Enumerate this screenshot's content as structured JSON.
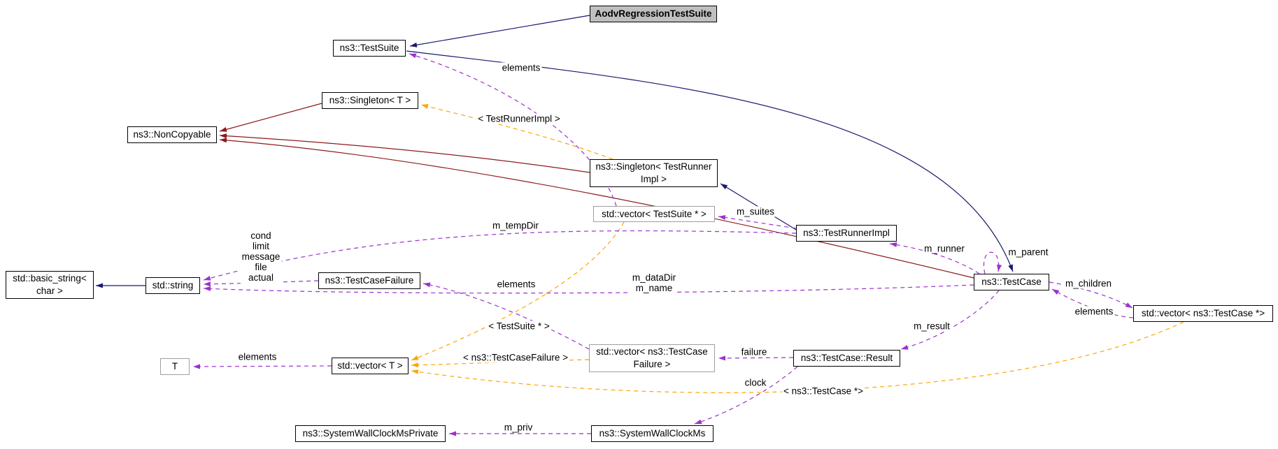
{
  "diagram": {
    "type": "doxygen-collaboration-diagram",
    "focus_class": "AodvRegressionTestSuite"
  },
  "colors": {
    "inheritance_public": "#191970",
    "inheritance_private": "#8b1a1a",
    "usage": "#9a32cd",
    "template_instance": "#ffa500",
    "selected_node_fill": "#bfbfbf",
    "undocumented_border": "#9f9f9f",
    "node_border": "#000000",
    "background": "#ffffff"
  },
  "nodes": {
    "aodv": {
      "label": "AodvRegressionTestSuite"
    },
    "testsuite": {
      "label": "ns3::TestSuite"
    },
    "singleton_t": {
      "label": "ns3::Singleton< T >"
    },
    "noncopyable": {
      "label": "ns3::NonCopyable"
    },
    "singleton_tri": {
      "label": "ns3::Singleton< TestRunner\nImpl >"
    },
    "vector_testsuite": {
      "label": "std::vector< TestSuite * >"
    },
    "testrunnerimpl": {
      "label": "ns3::TestRunnerImpl"
    },
    "basic_string": {
      "label": "std::basic_string<\nchar >"
    },
    "string": {
      "label": "std::string"
    },
    "testcasefailure": {
      "label": "ns3::TestCaseFailure"
    },
    "testcase": {
      "label": "ns3::TestCase"
    },
    "vector_testcase": {
      "label": "std::vector< ns3::TestCase *>"
    },
    "t": {
      "label": "T"
    },
    "vector_t": {
      "label": "std::vector< T >"
    },
    "vector_failure": {
      "label": "std::vector< ns3::TestCase\nFailure >"
    },
    "result": {
      "label": "ns3::TestCase::Result"
    },
    "wallclock_priv": {
      "label": "ns3::SystemWallClockMsPrivate"
    },
    "wallclock": {
      "label": "ns3::SystemWallClockMs"
    }
  },
  "edge_labels": {
    "elements_suites": "elements",
    "template_tri": "< TestRunnerImpl >",
    "m_suites": "m_suites",
    "m_tempDir": "m_tempDir",
    "failure_fields": "cond\nlimit\nmessage\nfile\nactual",
    "elements_failures": "elements",
    "m_dataDir_m_name": "m_dataDir\nm_name",
    "m_runner": "m_runner",
    "m_parent": "m_parent",
    "m_children": "m_children",
    "elements_children": "elements",
    "m_result": "m_result",
    "failure": "failure",
    "template_testsuite_ptr": "< TestSuite * >",
    "template_failure": "< ns3::TestCaseFailure >",
    "elements_t": "elements",
    "clock": "clock",
    "template_testcase_ptr": "< ns3::TestCase *>",
    "m_priv": "m_priv"
  }
}
